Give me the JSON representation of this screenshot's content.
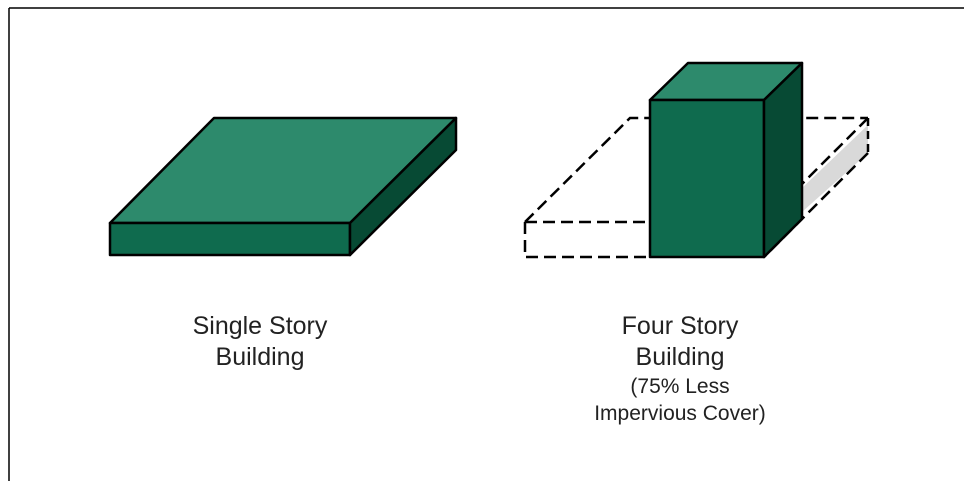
{
  "colors": {
    "building_top": "#2d8a6c",
    "building_front": "#0f6b4e",
    "building_side": "#074a34",
    "shadow_face": "#d9d9d9",
    "outline": "#000000"
  },
  "single_story": {
    "line1": "Single Story",
    "line2": "Building"
  },
  "four_story": {
    "line1": "Four Story",
    "line2": "Building",
    "note_line1": "(75% Less",
    "note_line2": "Impervious Cover)"
  }
}
